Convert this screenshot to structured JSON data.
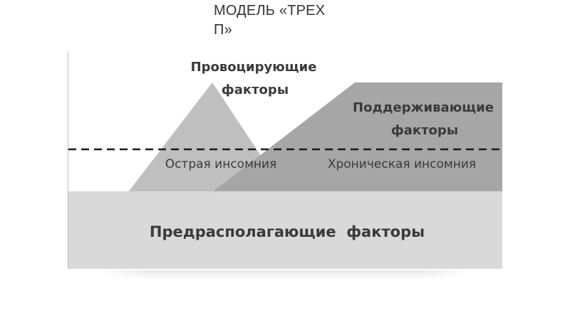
{
  "slide": {
    "title_line1": "МОДЕЛЬ «ТРЕХ",
    "title_line2": "П»"
  },
  "diagram": {
    "precipitating_factors": {
      "line1": "Провоцирующие",
      "line2": "факторы"
    },
    "perpetuating_factors": {
      "line1": "Поддерживающие",
      "line2": "факторы"
    },
    "acute_insomnia": "Острая инсомния",
    "chronic_insomnia": "Хроническая инсомния",
    "predisposing_factors": "Предрасполагающие  факторы",
    "colors": {
      "predisposing": "#d9d9d9",
      "precipitating": "#bfbfbf",
      "perpetuating": "#a6a6a6",
      "threshold_line": "#1a1a1a",
      "text": "#3a3a3a"
    }
  }
}
